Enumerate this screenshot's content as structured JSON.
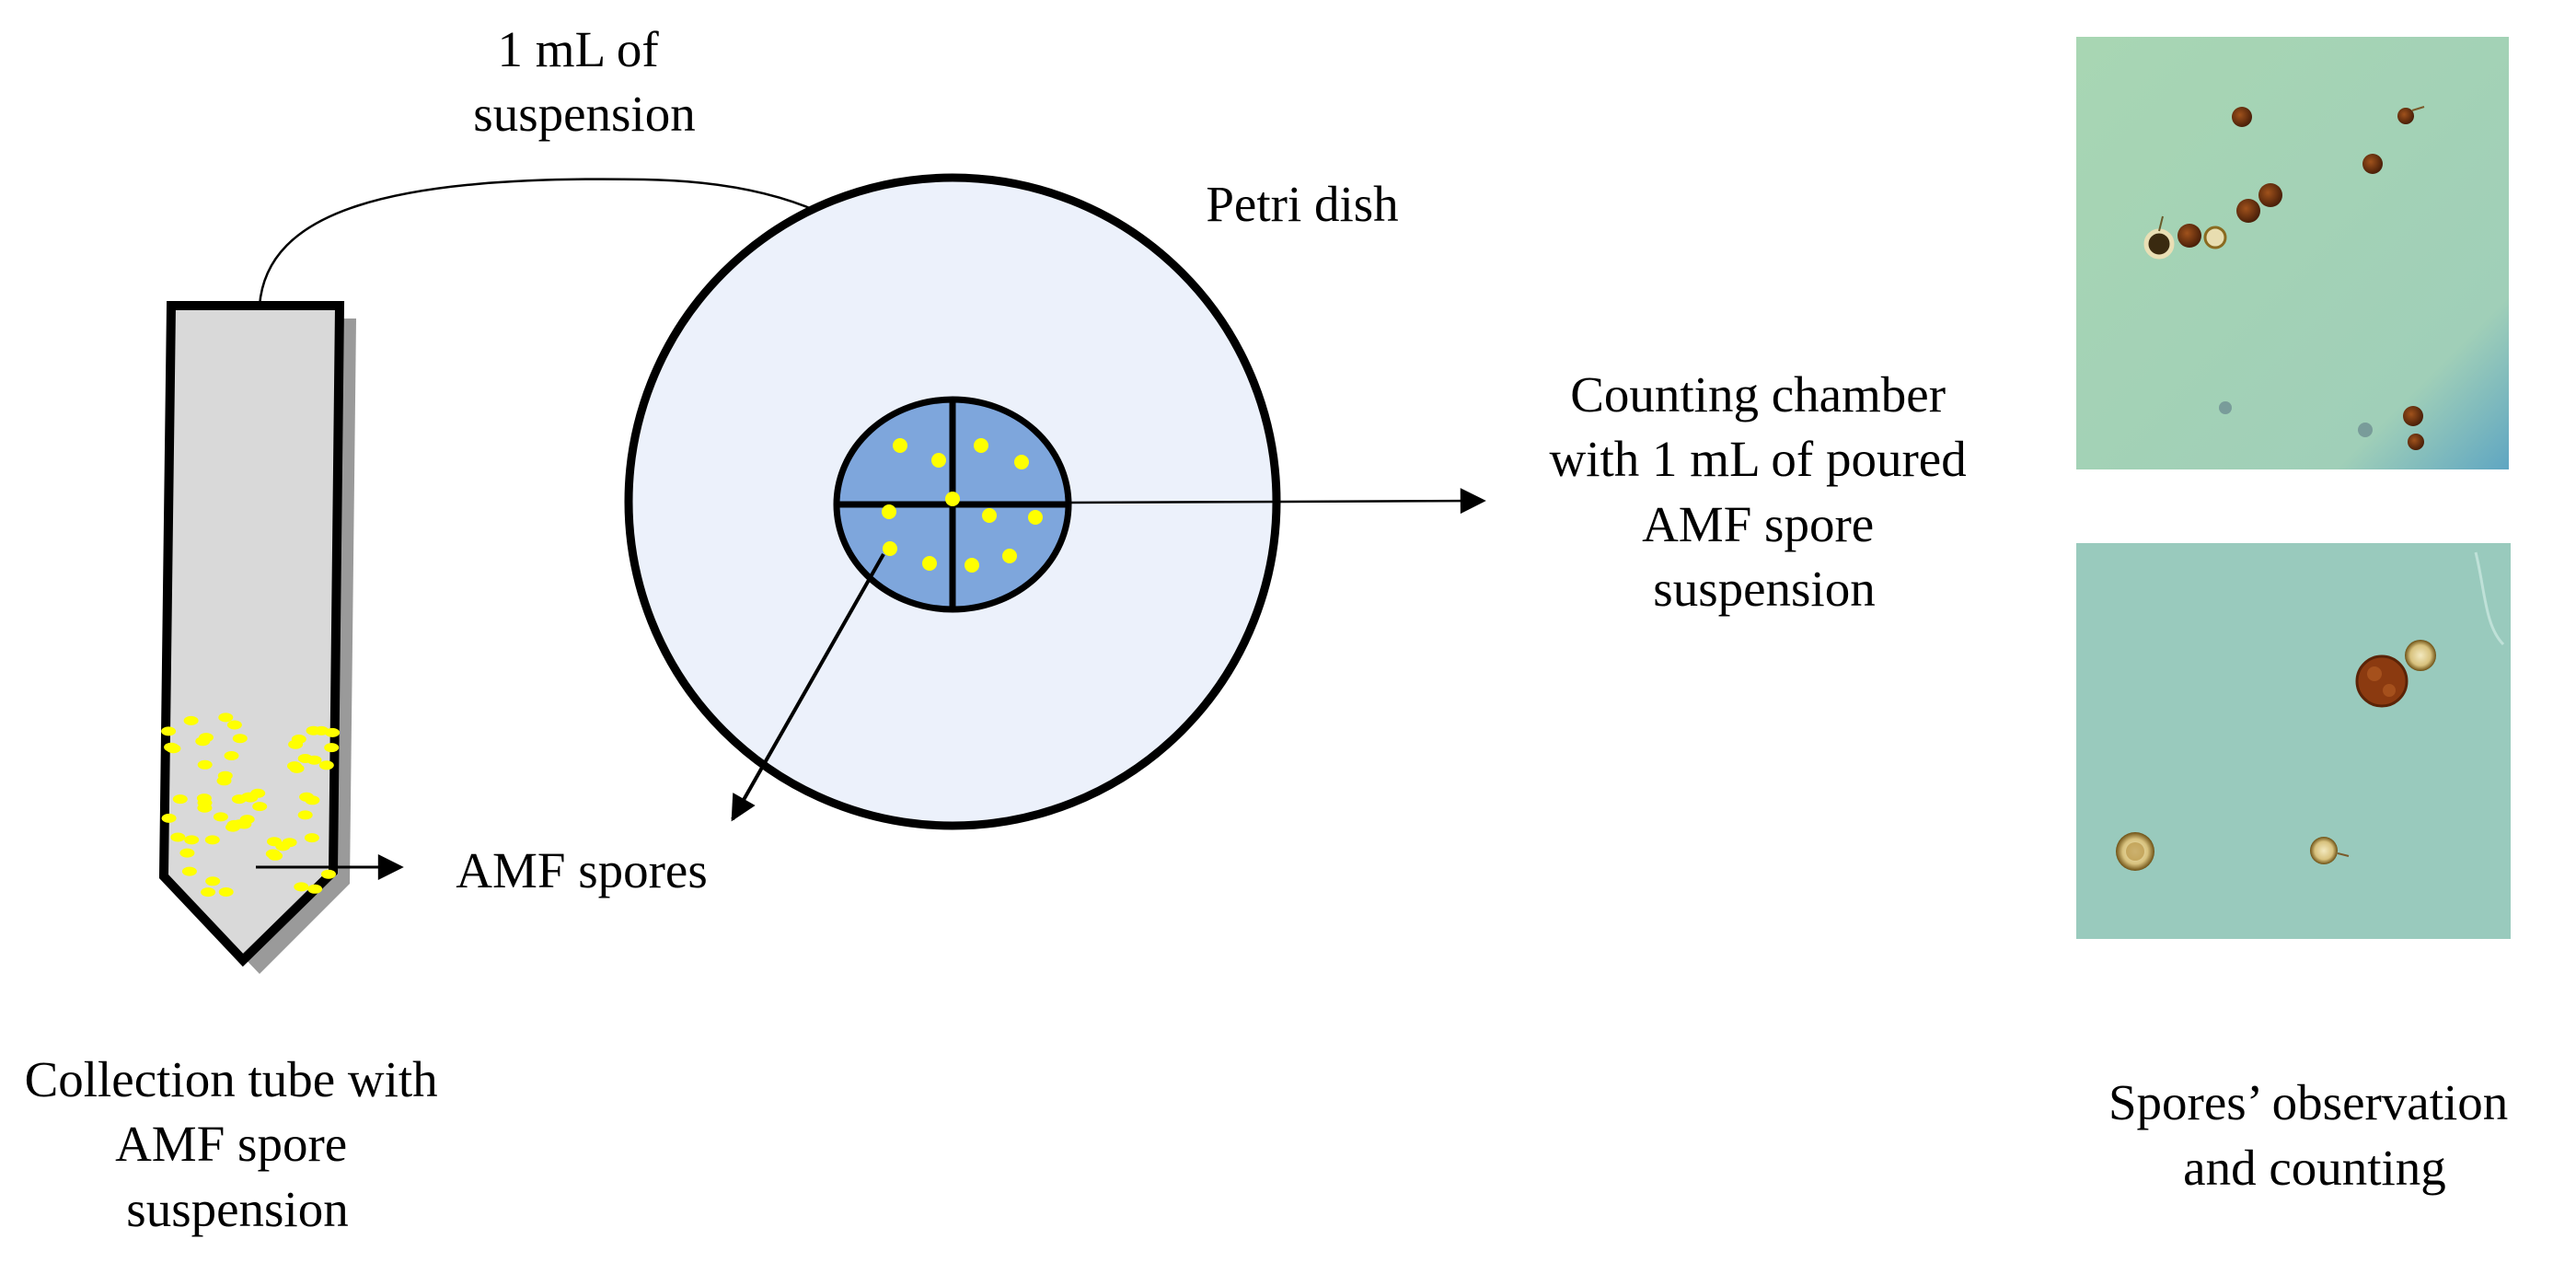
{
  "labels": {
    "suspension_transfer": [
      "1 mL of",
      "suspension"
    ],
    "petri_dish": "Petri dish",
    "counting_chamber": [
      "Counting chamber",
      "with 1 mL of poured",
      "AMF spore",
      "suspension"
    ],
    "amf_spores": "AMF spores",
    "collection_tube": [
      "Collection tube with",
      "AMF spore",
      "suspension"
    ],
    "observation": [
      "Spores’ observation",
      "and counting"
    ]
  },
  "colors": {
    "tube_fill": "#d9d9d9",
    "petri_fill": "#ecf1fb",
    "chamber_fill": "#7ea6dc",
    "spore_dot": "#ffff00",
    "micrograph_top_bg": "#a3d2b5",
    "micrograph_bottom_bg": "#98c9bd"
  }
}
